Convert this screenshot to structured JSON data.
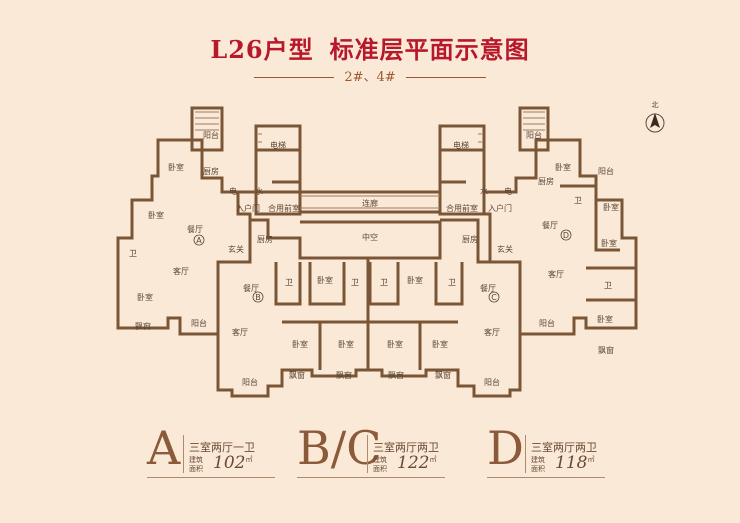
{
  "header": {
    "title_code": "L26户型",
    "title_text": "标准层平面示意图",
    "subtitle": "2#、4#"
  },
  "compass": {
    "label": "北"
  },
  "rooms": {
    "yangtai": "阳台",
    "woshi": "卧室",
    "chufang": "厨房",
    "dianti": "电梯",
    "dian": "电",
    "shui": "水",
    "rumen": "入户门",
    "heyong": "合用前室",
    "canting": "餐厅",
    "xuanguan": "玄关",
    "wei": "卫",
    "keting": "客厅",
    "piaochuang": "飘窗",
    "lianlang": "连廊",
    "zhongkong": "中空",
    "mark_a": "A",
    "mark_b": "B",
    "mark_c": "C",
    "mark_d": "D"
  },
  "legend": [
    {
      "letter": "A",
      "layout": "三室两厅一卫",
      "area_label": "建筑面积",
      "area": "102",
      "unit": "㎡"
    },
    {
      "letter": "B/C",
      "layout": "三室两厅两卫",
      "area_label": "建筑面积",
      "area": "122",
      "unit": "㎡"
    },
    {
      "letter": "D",
      "layout": "三室两厅两卫",
      "area_label": "建筑面积",
      "area": "118",
      "unit": "㎡"
    }
  ]
}
